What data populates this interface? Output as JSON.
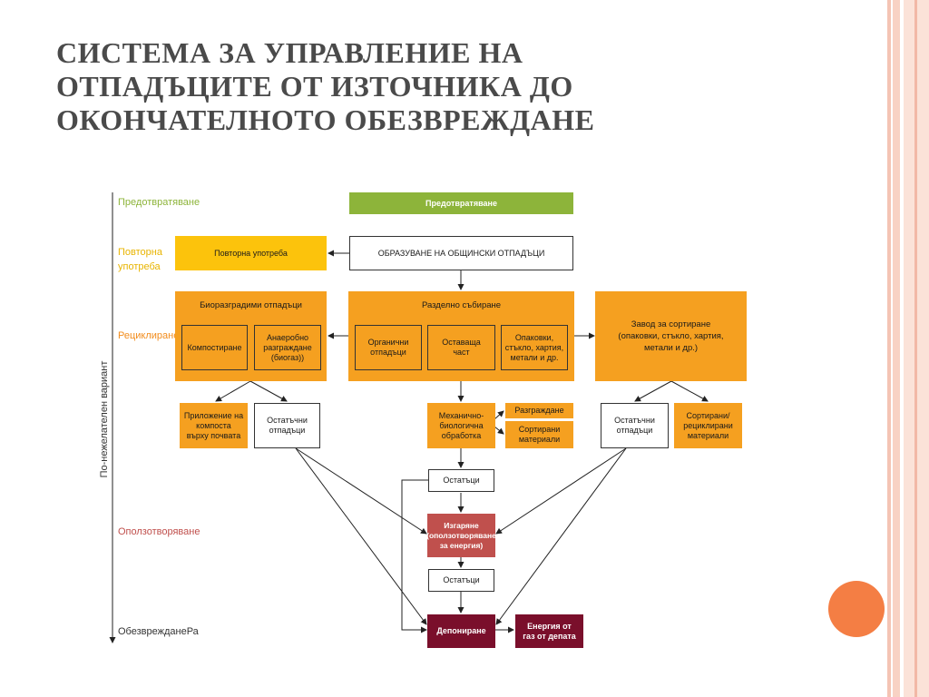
{
  "slide": {
    "title_lines": [
      "СИСТЕМА ЗА УПРАВЛЕНИЕ НА",
      "ОТПАДЪЦИТЕ ОТ ИЗТОЧНИКА ДО",
      "ОКОНЧАТЕЛНОТО ОБЕЗВРЕЖДАНЕ"
    ]
  },
  "hierarchy": {
    "levels": [
      {
        "label": "Предотвратяване",
        "color": "#8db43a"
      },
      {
        "label_lines": [
          "Повторна",
          "употреба"
        ],
        "color": "#e8b400"
      },
      {
        "label": "Рециклиране",
        "color": "#f28c1c"
      },
      {
        "label": "Оползотворяване",
        "color": "#c0504d"
      },
      {
        "label": "ОбезврежданеРа",
        "color": "#333333"
      }
    ],
    "axis_label": "По-нежелателен вариант"
  },
  "boxes": {
    "prevention": "Предотвратяване",
    "municipal_waste": "ОБРАЗУВАНЕ НА ОБЩИНСКИ ОТПАДЪЦИ",
    "reuse": "Повторна употреба",
    "biodegradable": "Биоразградими отпадъци",
    "composting": "Компостиране",
    "anaerobic": [
      "Анаеробно",
      "разграждане",
      "(биогаз))"
    ],
    "separate_collection": "Разделно събиране",
    "organic_waste": [
      "Органични",
      "отпадъци"
    ],
    "remaining_part": [
      "Оставаща",
      "част"
    ],
    "packaging": [
      "Опаковки,",
      "стъкло, хартия,",
      "метали и др."
    ],
    "sorting_plant": [
      "Завод за сортиране",
      "(опаковки, стъкло, хартия,",
      "метали и др.)"
    ],
    "compost_soil": [
      "Приложение на",
      "компоста",
      "върху почвата"
    ],
    "residual_waste_left": [
      "Остатъчни",
      "отпадъци"
    ],
    "mbt": [
      "Механично-",
      "биологична",
      "обработка"
    ],
    "decomposition": "Разграждане",
    "sorted_materials": [
      "Сортирани",
      "материали"
    ],
    "residual_waste_right": [
      "Остатъчни",
      "отпадъци"
    ],
    "sorted_recycled": [
      "Сортирани/",
      "рециклирани",
      "материали"
    ],
    "residues_1": "Остатъци",
    "incineration": [
      "Изгаряне",
      "(оползотворяване",
      "за енергия)"
    ],
    "residues_2": "Остатъци",
    "landfill": "Депониране",
    "landfill_gas": [
      "Енергия от",
      "газ от депата"
    ]
  },
  "colors": {
    "orange": "#f5a020",
    "green": "#8db43a",
    "yellow": "#fcc30c",
    "red": "#c0504d",
    "maroon": "#7a0f2b",
    "dot": "#f47e44"
  }
}
